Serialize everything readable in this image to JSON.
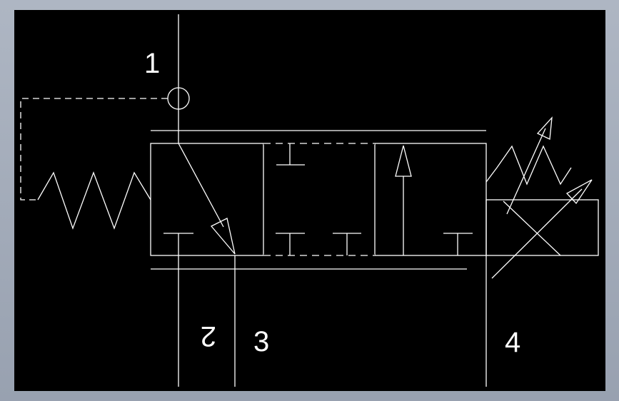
{
  "diagram": {
    "background_color": "#000000",
    "line_color": "#ffffff",
    "frame_color": "#a3acba",
    "port_labels": {
      "port_1": "1",
      "port_2": "2",
      "port_3": "3",
      "port_4": "4"
    }
  }
}
